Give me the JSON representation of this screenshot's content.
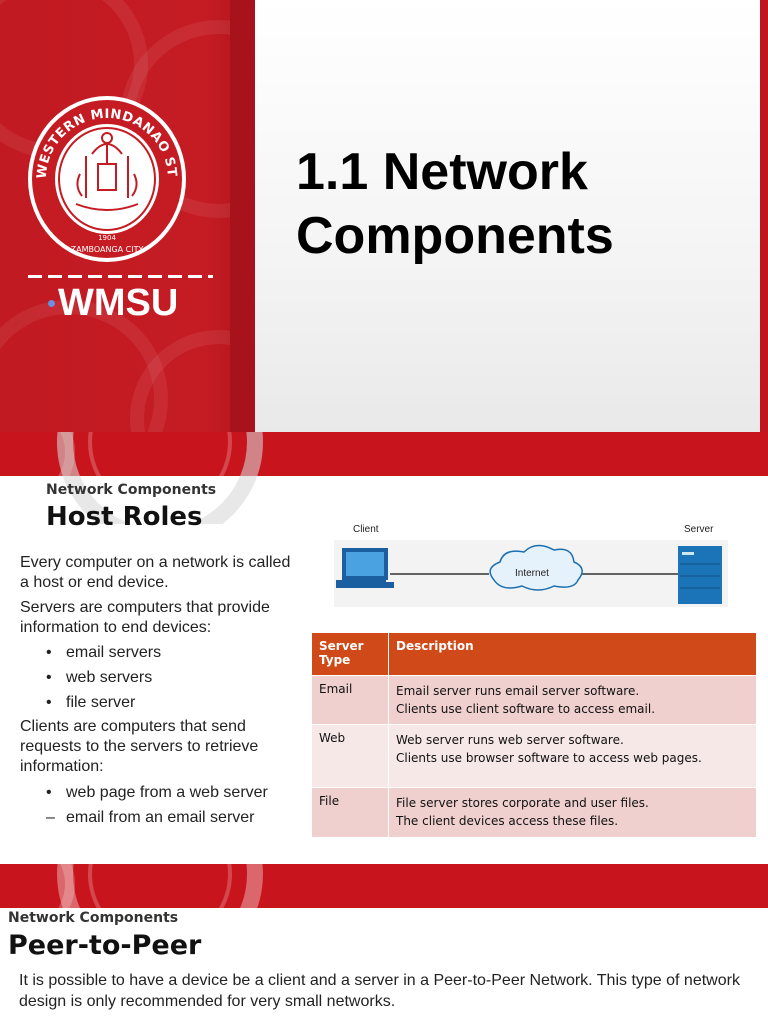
{
  "slide1": {
    "seal_text": "WESTERN MINDANAO STATE UNIVERSITY",
    "seal_year": "1904",
    "seal_city": "ZAMBOANGA CITY",
    "logo_text": "WMSU",
    "title": "1.1 Network Components",
    "colors": {
      "brand_red": "#c51c24",
      "bullet_blue": "#6a8fe0"
    }
  },
  "slide2": {
    "section": "Network Components",
    "title": "Host Roles",
    "intro_1": "Every computer on a network is called a host or end device.",
    "intro_2": "Servers are computers that provide information to end devices:",
    "server_bullets": [
      "email servers",
      "web servers",
      "file server"
    ],
    "intro_3": "Clients are computers that send requests to the servers to retrieve information:",
    "client_bullets": [
      {
        "mark": "•",
        "text": "web page from a web server"
      },
      {
        "mark": "–",
        "text": "email from an email server"
      }
    ],
    "diagram": {
      "client_label": "Client",
      "internet_label": "Internet",
      "server_label": "Server"
    },
    "table": {
      "headers": [
        "Server Type",
        "Description"
      ],
      "rows": [
        {
          "type": "Email",
          "line1": "Email server runs email server software.",
          "line2": "Clients use client software to access email."
        },
        {
          "type": "Web",
          "line1": "Web server runs web server software.",
          "line2": "Clients use browser software to access web pages."
        },
        {
          "type": "File",
          "line1": "File server stores corporate and user files.",
          "line2": "The client devices access these files."
        }
      ]
    },
    "colors": {
      "header_orange": "#cf4a18",
      "row_pink": "#efd0cf",
      "row_light": "#f7e8e8"
    }
  },
  "slide3": {
    "section": "Network Components",
    "title": "Peer-to-Peer",
    "body": "It is possible to have a device be a client and a server in a Peer-to-Peer Network. This type of network design is only recommended for very small networks."
  }
}
